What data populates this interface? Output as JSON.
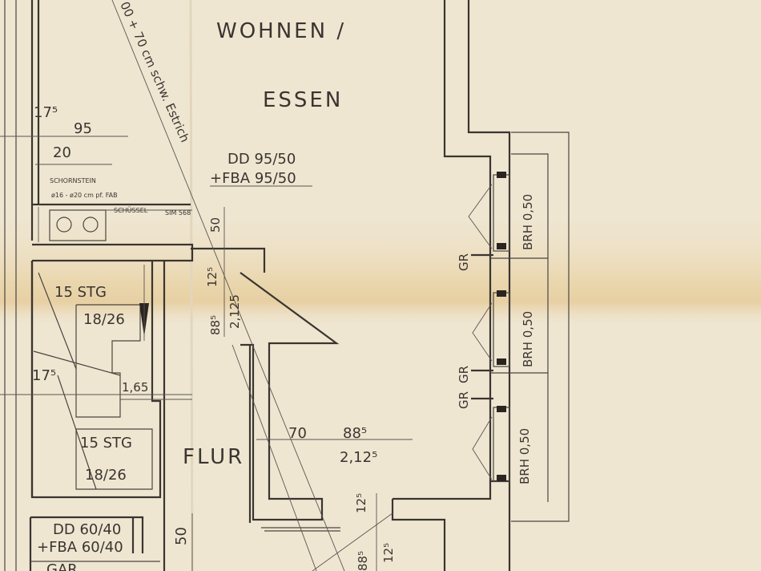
{
  "rooms": {
    "wohnen": "WOHNEN /",
    "essen": "ESSEN",
    "flur": "FLUR"
  },
  "diagonal_note": "00 + 70 cm schw. Estrich",
  "openings": {
    "dd_main": "DD 95/50",
    "fba_main": "+FBA 95/50",
    "dd_bottom": "DD 60/40",
    "fba_bottom": "+FBA 60/40",
    "gar_partial": "GAR"
  },
  "stairs": {
    "upper_count": "15 STG",
    "upper_ratio": "18/26",
    "lower_count": "15 STG",
    "lower_ratio": "18/26"
  },
  "chimney": {
    "label": "SCHORNSTEIN",
    "detail": "ø16 - ø20 cm pf. FAB",
    "sink": "SCHÜSSEL",
    "sink_dims": "SIM 568"
  },
  "dimensions": {
    "d175_top": "17⁵",
    "d95": "95",
    "d20": "20",
    "d50_right": "50",
    "d125a": "12⁵",
    "d885": "88⁵",
    "d2125": "2,125",
    "d165": "1,65",
    "d175_mid": "17⁵",
    "d70": "70",
    "d885b": "88⁵",
    "d2125b": "2,12⁵",
    "d125b": "12⁵",
    "d50_bottom": "50",
    "d125c": "12⁵",
    "d885c": "88⁵"
  },
  "windows": {
    "brh1": "BRH 0,50",
    "brh2": "BRH 0,50",
    "brh3": "BRH 0,50",
    "gr1": "GR",
    "gr2": "GR",
    "gr3": "GR"
  }
}
